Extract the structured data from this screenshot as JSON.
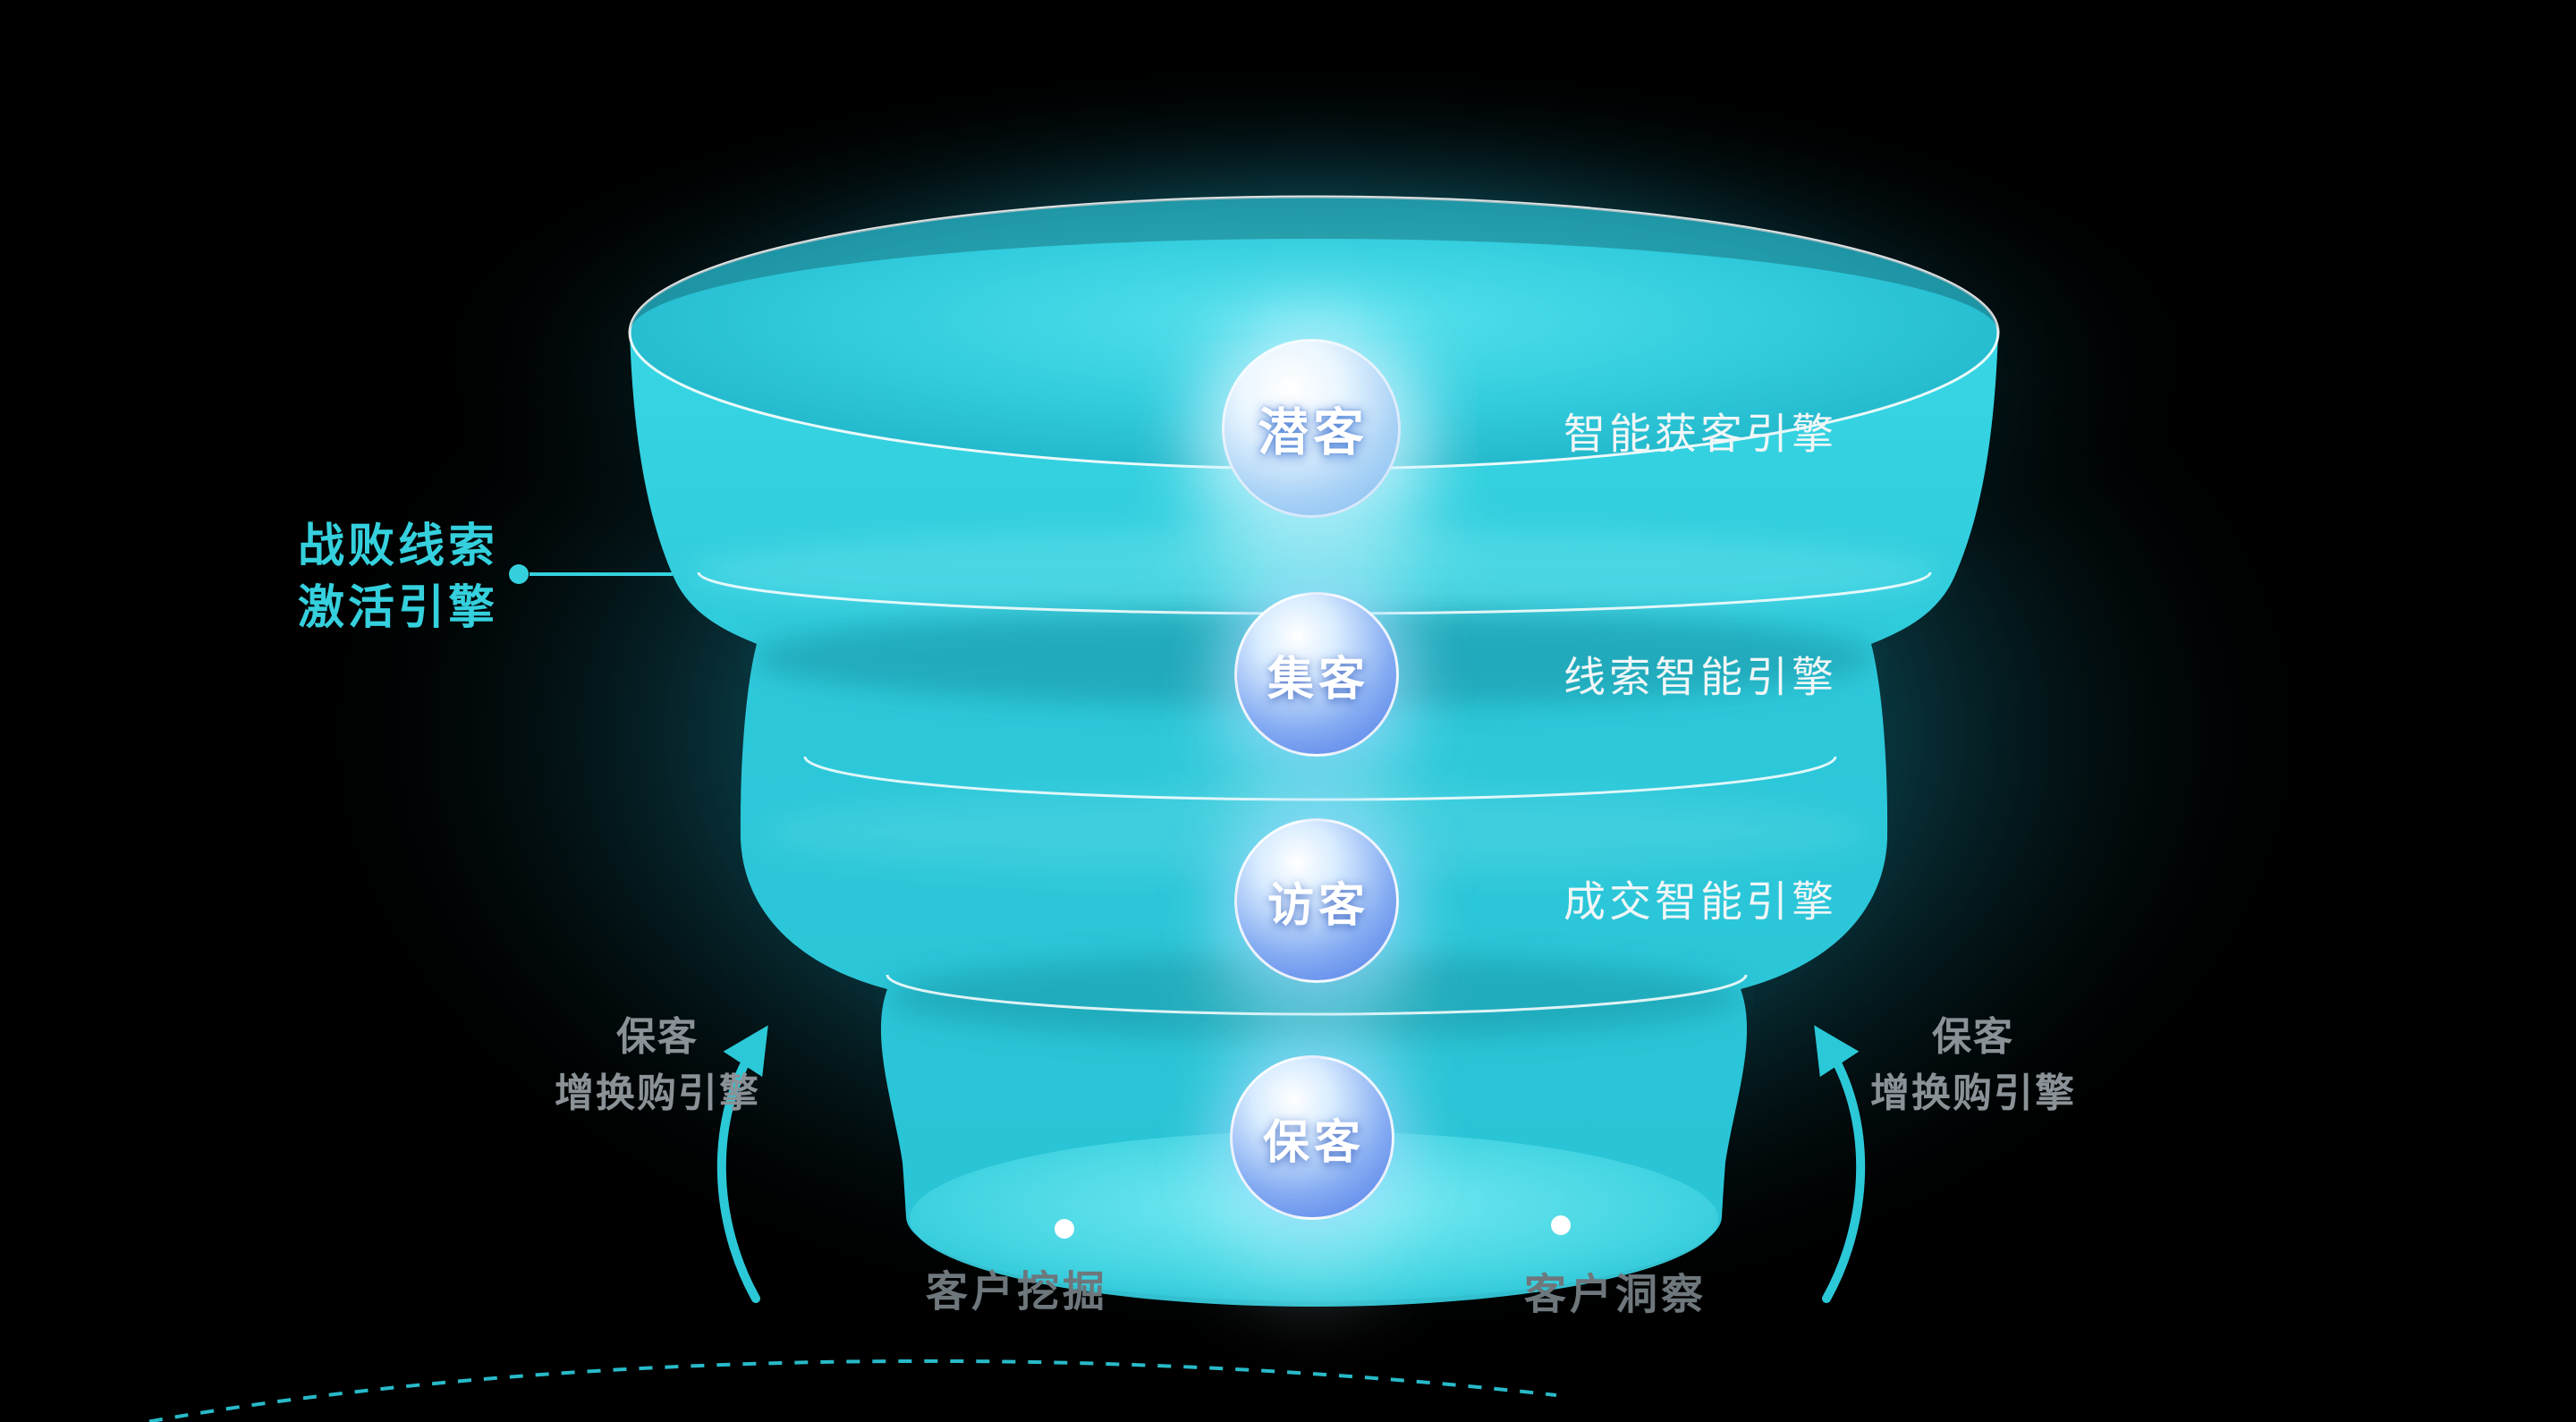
{
  "funnel": {
    "stages": [
      {
        "label": "潜客"
      },
      {
        "label": "集客"
      },
      {
        "label": "访客"
      },
      {
        "label": "保客"
      }
    ],
    "right_engines": [
      "智能获客引擎",
      "线索智能引擎",
      "成交智能引擎"
    ],
    "left_callout": {
      "line1": "战败线索",
      "line2": "激活引擎"
    },
    "side_label_left": {
      "line1": "保客",
      "line2": "增换购引擎"
    },
    "side_label_right": {
      "line1": "保客",
      "line2": "增换购引擎"
    },
    "bottom_left": "客户挖掘",
    "bottom_right": "客户洞察",
    "colors": {
      "funnel_cyan": "#2bc8d8",
      "accent_cyan": "#35d0dd",
      "sphere_blue": "#4d78e6",
      "label_gray": "#8b9297",
      "bottom_gray": "#6e777c",
      "white": "#ffffff",
      "background": "#000000"
    }
  }
}
